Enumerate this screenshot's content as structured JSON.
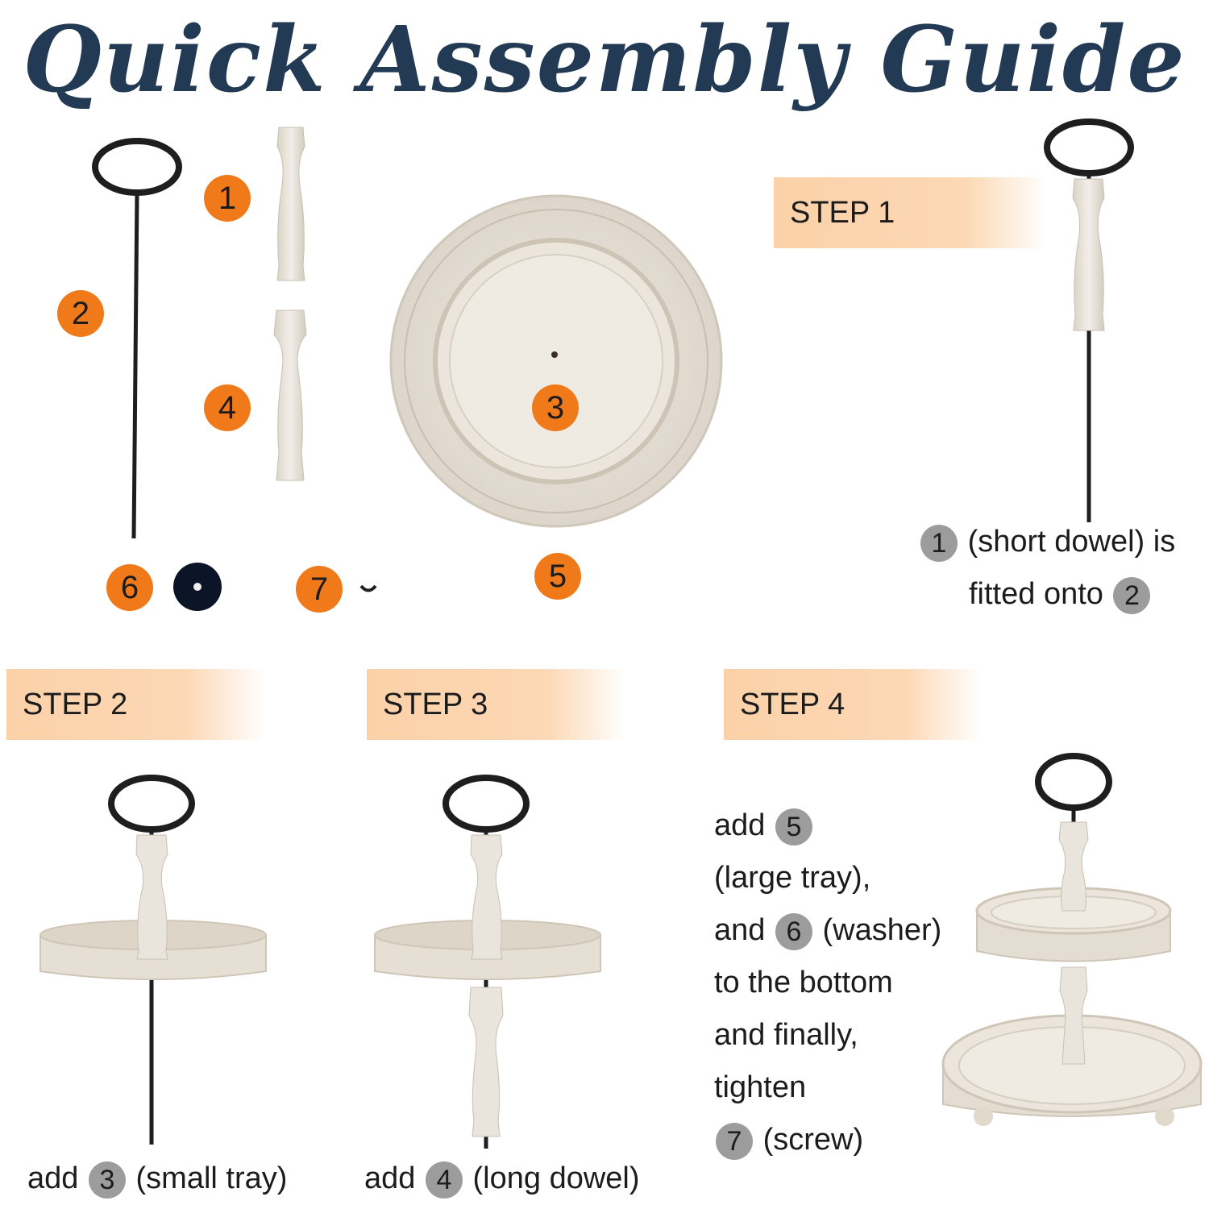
{
  "title": "Quick Assembly Guide",
  "parts": {
    "p1": "1",
    "p2": "2",
    "p3": "3",
    "p4": "4",
    "p5": "5",
    "p6": "6",
    "p7": "7"
  },
  "steps": {
    "s1": {
      "label": "STEP 1",
      "line1_num": "1",
      "line1_text": "(short dowel) is",
      "line2_text": "fitted onto",
      "line2_num": "2"
    },
    "s2": {
      "label": "STEP 2",
      "prefix": "add",
      "num": "3",
      "text": "(small tray)"
    },
    "s3": {
      "label": "STEP 3",
      "prefix": "add",
      "num": "4",
      "text": "(long dowel)"
    },
    "s4": {
      "label": "STEP 4",
      "l1_text": "add",
      "l1_num": "5",
      "l2_text": "(large tray),",
      "l3_text": "and",
      "l3_num": "6",
      "l3_suffix": "(washer)",
      "l4_text": "to the bottom",
      "l5_text": "and finally,",
      "l6_text": "tighten",
      "l7_num": "7",
      "l7_text": "(screw)"
    }
  },
  "colors": {
    "title": "#233a55",
    "badge_orange": "#f07a1a",
    "badge_gray": "#9c9c9c",
    "banner": "#fbd1a8",
    "wood": "#e9e4dc",
    "metal": "#1e1e1e"
  }
}
